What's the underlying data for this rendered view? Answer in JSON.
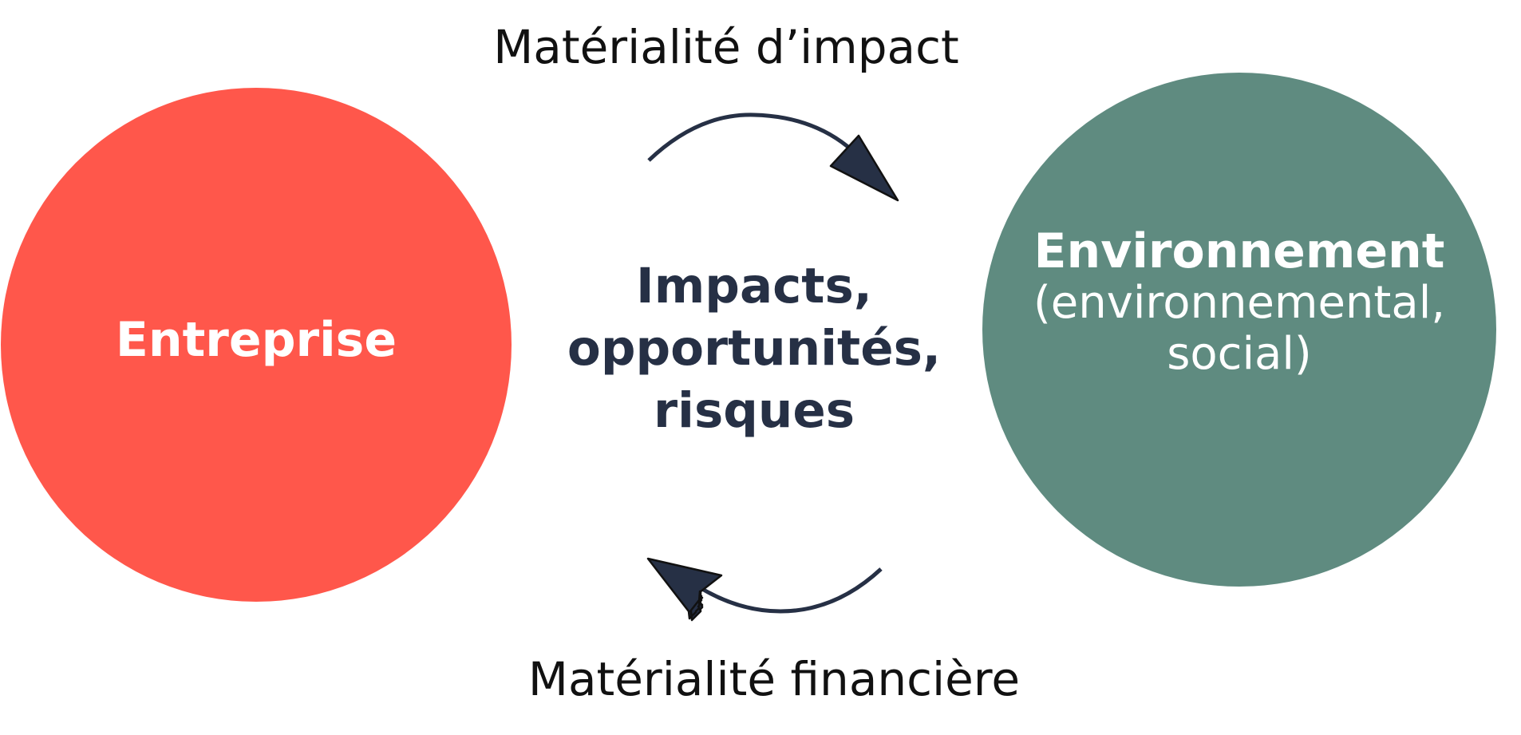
{
  "colors": {
    "entreprise": "#ff574b",
    "environnement": "#5f8b80",
    "arrow": "#263045",
    "center_text": "#263045",
    "labels": "#111111"
  },
  "labels": {
    "top": "Matérialité d’impact",
    "bottom": "Matérialité financière"
  },
  "left_circle": {
    "title": "Entreprise"
  },
  "right_circle": {
    "title": "Environnement",
    "subtitle": "(environnemental,\nsocial)"
  },
  "center": {
    "text": "Impacts,\nopportunités,\nrisques"
  }
}
